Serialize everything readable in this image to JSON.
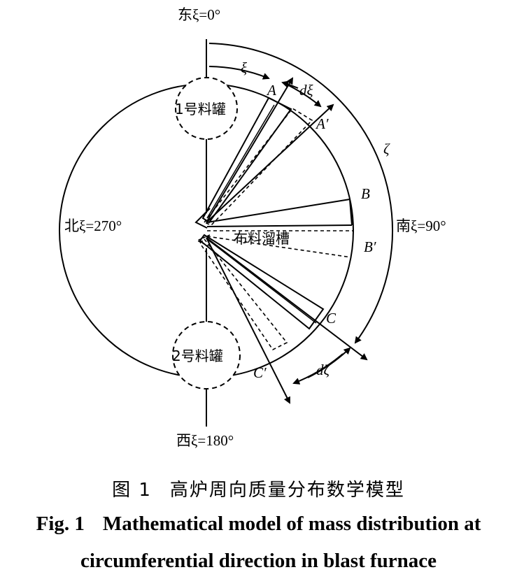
{
  "labels": {
    "east": "东ξ=0°",
    "south": "南ξ=90°",
    "west": "西ξ=180°",
    "north": "北ξ=270°",
    "xi": "ξ",
    "dxi": "dξ",
    "zeta": "ζ",
    "dzeta": "dζ",
    "A": "A",
    "A_prime": "A′",
    "B": "B",
    "B_prime": "B′",
    "C": "C",
    "C_prime": "C′",
    "tank1": "1号料罐",
    "tank2": "2号料罐",
    "chute": "布料溜槽"
  },
  "caption": {
    "cn_label": "图 1",
    "cn_title": "高炉周向质量分布数学模型",
    "en_label": "Fig. 1",
    "en_line1": "Mathematical model of mass distribution at",
    "en_line2": "circumferential direction in blast furnace"
  }
}
